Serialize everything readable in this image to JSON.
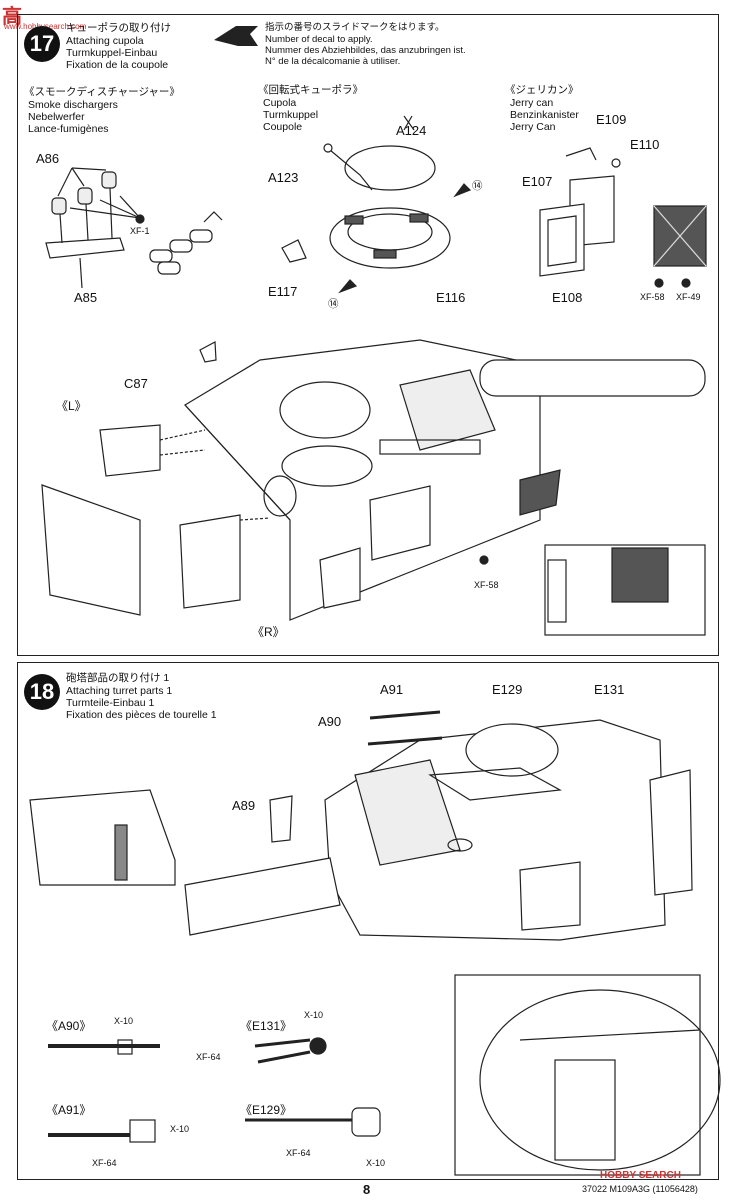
{
  "watermark_top": {
    "text": "高",
    "site": "www.hobbysearch.com"
  },
  "step17": {
    "number": "17",
    "title_jp": "キューポラの取り付け",
    "title_en": "Attaching cupola",
    "title_de": "Turmkuppel-Einbau",
    "title_fr": "Fixation de la coupole",
    "decal_note": [
      "指示の番号のスライドマークをはります。",
      "Number of decal to apply.",
      "Nummer des Abziehbildes, das anzubringen ist.",
      "N° de la décalcomanie à utiliser."
    ],
    "smoke": {
      "jp": "《スモークディスチャージャー》",
      "en": "Smoke dischargers",
      "de": "Nebelwerfer",
      "fr": "Lance-fumigènes",
      "parts": [
        "A86",
        "A85"
      ],
      "paint": "XF-1"
    },
    "cupola": {
      "jp": "《回転式キューポラ》",
      "en": "Cupola",
      "de": "Turmkuppel",
      "fr": "Coupole",
      "parts": [
        "A124",
        "A123",
        "E117",
        "E116"
      ],
      "decal": "⑭"
    },
    "jerry": {
      "jp": "《ジェリカン》",
      "en": "Jerry can",
      "de": "Benzinkanister",
      "fr": "Jerry Can",
      "parts": [
        "E109",
        "E110",
        "E107",
        "E108"
      ],
      "paints": [
        "XF-58",
        "XF-49"
      ]
    },
    "main_parts": [
      "C87",
      "《L》",
      "《R》",
      "XF-58"
    ]
  },
  "step18": {
    "number": "18",
    "title_jp": "砲塔部品の取り付け 1",
    "title_en": "Attaching turret parts 1",
    "title_de": "Turmteile-Einbau 1",
    "title_fr": "Fixation des pièces de tourelle 1",
    "parts": [
      "A91",
      "E129",
      "E131",
      "A90",
      "A89"
    ],
    "details": {
      "a90": {
        "label": "《A90》",
        "paint": "X-10"
      },
      "e131": {
        "label": "《E131》",
        "paints": [
          "X-10",
          "XF-64"
        ]
      },
      "a91": {
        "label": "《A91》",
        "paints": [
          "X-10",
          "XF-64"
        ]
      },
      "e129": {
        "label": "《E129》",
        "paints": [
          "XF-64",
          "X-10"
        ]
      }
    }
  },
  "footer": {
    "page": "8",
    "code": "37022  M109A3G (11056428)",
    "brand": "HOBBY SEARCH"
  }
}
